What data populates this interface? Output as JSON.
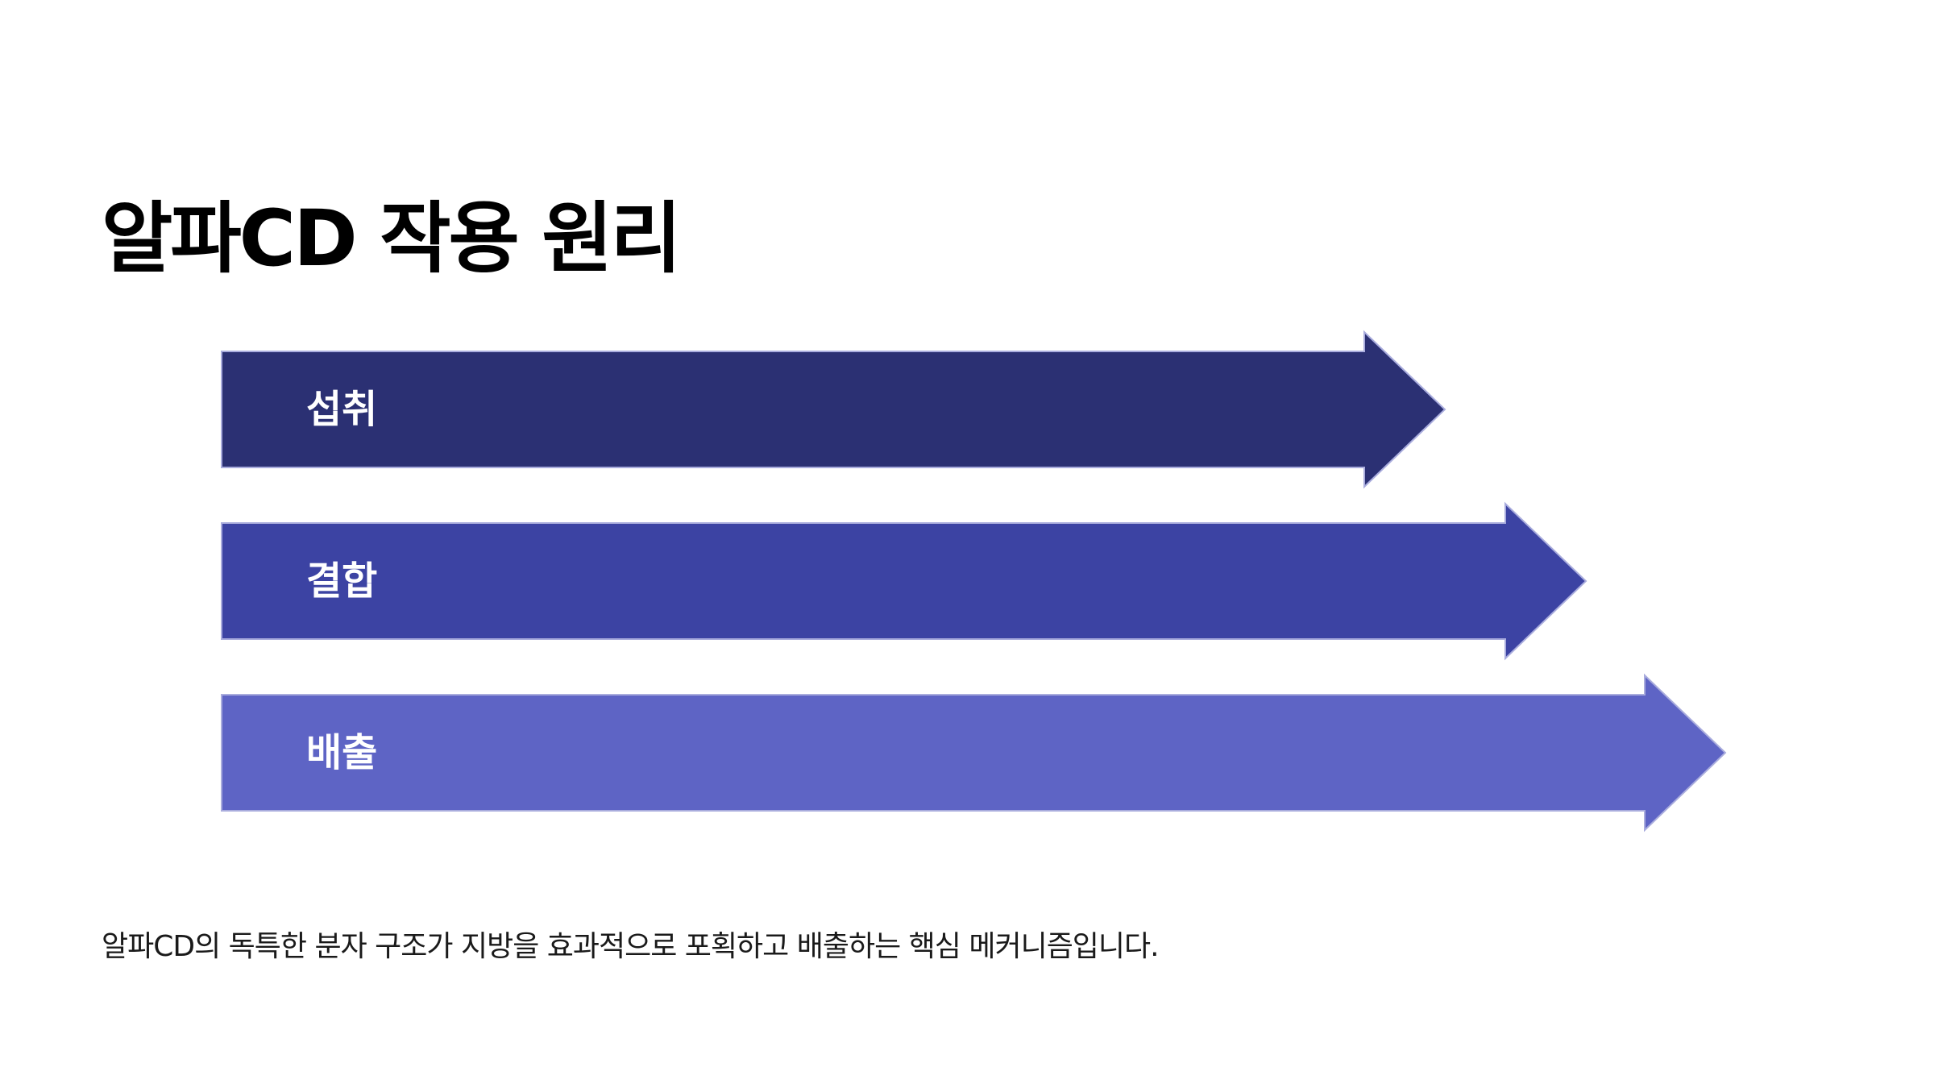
{
  "slide": {
    "title": "알파CD 작용 원리",
    "caption": "알파CD의 독특한 분자 구조가 지방을 효과적으로 포획하고 배출하는 핵심 메커니즘입니다."
  },
  "diagram": {
    "steps": [
      {
        "label": "섭취",
        "color": "#2b3073"
      },
      {
        "label": "결합",
        "color": "#3c43a3"
      },
      {
        "label": "배출",
        "color": "#5e64c5"
      }
    ],
    "outline_color": "#a9acdd"
  }
}
